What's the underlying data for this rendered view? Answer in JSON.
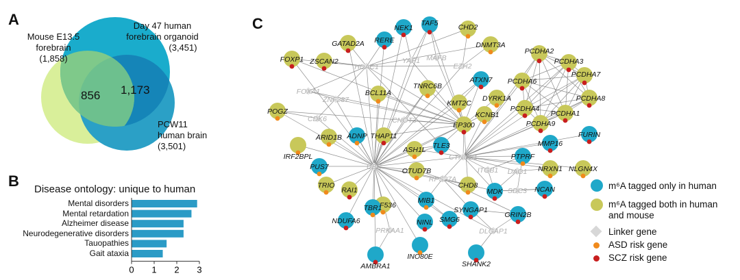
{
  "panels": {
    "a": "A",
    "b": "B",
    "c": "C"
  },
  "venn": {
    "mouse_label": [
      "Mouse E13.5",
      "forebrain",
      "(1,858)"
    ],
    "organoid_label": [
      "Day 47 human",
      "forebrain organoid",
      "(3,451)"
    ],
    "pcw_label": [
      "PCW11",
      "human brain",
      "(3,501)"
    ],
    "overlap_all": "856",
    "overlap_human": "1,173",
    "colors": {
      "mouse": "#d9ef9a",
      "organoid": "#1aaccc",
      "pcw": "#2ba0c6",
      "mouse_human": "#7fc98a",
      "human_overlap": "#1585b8"
    }
  },
  "bar_chart": {
    "title": "Disease ontology: unique to human",
    "chart_data": {
      "type": "bar",
      "orientation": "horizontal",
      "categories": [
        "Mental disorders",
        "Mental retardation",
        "Alzheimer disease",
        "Neurodegenerative disorders",
        "Tauopathies",
        "Gait ataxia"
      ],
      "values": [
        2.9,
        2.65,
        2.3,
        2.3,
        1.55,
        1.38
      ],
      "xlim": [
        0,
        3
      ],
      "xticks": [
        "0",
        "1",
        "2",
        "3"
      ],
      "bar_color": "#2b9bc6"
    }
  },
  "network": {
    "colors": {
      "human_only": "#1fa8c9",
      "both": "#c8c85a",
      "linker": "#bdbdbd",
      "asd": "#f08a1c",
      "scz": "#c81e1e"
    },
    "nodes": {
      "NEK1": "NEK1",
      "TAF5": "TAF5",
      "CHD2": "CHD2",
      "GATAD2A": "GATAD2A",
      "RERE": "RERE",
      "DNMT3A": "DNMT3A",
      "FOXP1": "FOXP1",
      "ZSCAN2": "ZSCAN2",
      "HDAC1": "HDAC1",
      "YAP1": "YAP1",
      "MAFB": "MAFB",
      "EZH2": "EZH2",
      "PCDHA2": "PCDHA2",
      "PCDHA3": "PCDHA3",
      "PCDHA7": "PCDHA7",
      "PCDHA6": "PCDHA6",
      "PCDHA8": "PCDHA8",
      "ATXN7": "ATXN7",
      "FOXA1": "FOXA1",
      "BCL11A": "BCL11A",
      "TNRC6B": "TNRC6B",
      "ZNF287": "ZNF287",
      "KMT2C": "KMT2C",
      "DYRK1A": "DYRK1A",
      "PCDHA4": "PCDHA4",
      "PCDHA1": "PCDHA1",
      "POGZ": "POGZ",
      "CDK6": "CDK6",
      "CNOT3": "CNOT3",
      "EP300": "EP300",
      "KCNB1": "KCNB1",
      "PCDHA9": "PCDHA9",
      "FURIN": "FURIN",
      "IRF2BPL": "IRF2BPL",
      "ARID1B": "ARID1B",
      "ADNP": "ADNP",
      "THAP11": "THAP11",
      "MMP16": "MMP16",
      "ASH1L": "ASH1L",
      "TLE3": "TLE3",
      "PTPRF": "PTPRF",
      "PUS7": "PUS7",
      "UBC": "UBC",
      "CTNNB1": "CTNNB1",
      "ITGB1": "ITGB1",
      "DAG1": "DAG1",
      "NRXN1": "NRXN1",
      "NLGN4X": "NLGN4X",
      "OTUD7B": "OTUD7B",
      "TRIO": "TRIO",
      "RAI1": "RAI1",
      "RPS27A": "RPS27A",
      "CHD8": "CHD8",
      "MDK": "MDK",
      "SDC3": "SDC3",
      "NCAN": "NCAN",
      "ZNF536": "ZNF536",
      "MIB1": "MIB1",
      "TBR1": "TBR1",
      "SYNGAP1": "SYNGAP1",
      "GRIN2B": "GRIN2B",
      "NDUFA6": "NDUFA6",
      "NINL": "NINL",
      "SMG6": "SMG6",
      "PRKAA1": "PRKAA1",
      "DLGAP1": "DLGAP1",
      "INO80E": "INO80E",
      "AMBRA1": "AMBRA1",
      "SHANK2": "SHANK2"
    },
    "legend": {
      "human_only": "m⁶A tagged only in human",
      "both_line1": "m⁶A tagged both in human",
      "both_line2": "and mouse",
      "linker": "Linker gene",
      "asd": "ASD risk gene",
      "scz": "SCZ risk gene"
    }
  }
}
